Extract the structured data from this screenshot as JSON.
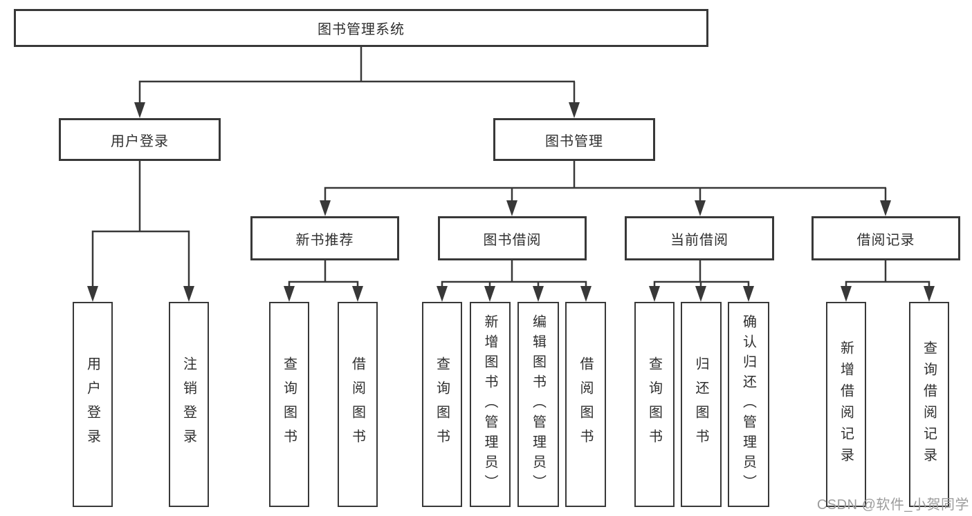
{
  "diagram": {
    "title_node": "图书管理系统",
    "root": {
      "label": "图书管理系统"
    },
    "branches": [
      {
        "label": "用户登录",
        "children": [
          {
            "label": "用户登录"
          },
          {
            "label": "注销登录"
          }
        ]
      },
      {
        "label": "图书管理",
        "children": [
          {
            "label": "新书推荐",
            "children": [
              {
                "label": "查询图书"
              },
              {
                "label": "借阅图书"
              }
            ]
          },
          {
            "label": "图书借阅",
            "children": [
              {
                "label": "查询图书"
              },
              {
                "label": "新增图书（管理员）"
              },
              {
                "label": "编辑图书（管理员）"
              },
              {
                "label": "借阅图书"
              }
            ]
          },
          {
            "label": "当前借阅",
            "children": [
              {
                "label": "查询图书"
              },
              {
                "label": "归还图书"
              },
              {
                "label": "确认归还（管理员）"
              }
            ]
          },
          {
            "label": "借阅记录",
            "children": [
              {
                "label": "新增借阅记录"
              },
              {
                "label": "查询借阅记录"
              }
            ]
          }
        ]
      }
    ]
  },
  "watermark": {
    "text": "CSDN @软件_小贺同学"
  },
  "colors": {
    "line": "#383838",
    "text": "#2f2f2f",
    "background": "#ffffff",
    "watermark": "#9c9c9c"
  }
}
